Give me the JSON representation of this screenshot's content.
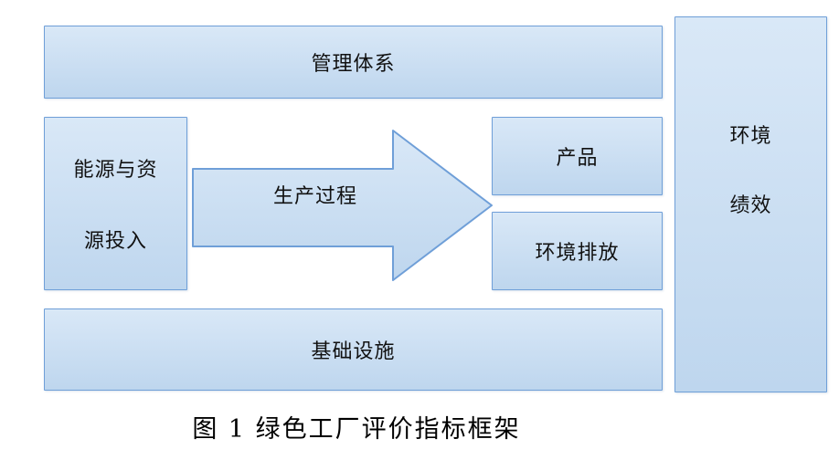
{
  "figure": {
    "caption": "图 1 绿色工厂评价指标框架",
    "boxes": {
      "management": "管理体系",
      "energy_input_line1": "能源与资",
      "energy_input_line2": "源投入",
      "production_process": "生产过程",
      "product": "产品",
      "environmental_emission": "环境排放",
      "infrastructure": "基础设施",
      "environmental_performance_line1": "环境",
      "environmental_performance_line2": "绩效"
    }
  },
  "colors": {
    "box_border": "#6f9fd8",
    "box_fill_top": "#d9e8f7",
    "box_fill_bottom": "#bed6ee"
  }
}
